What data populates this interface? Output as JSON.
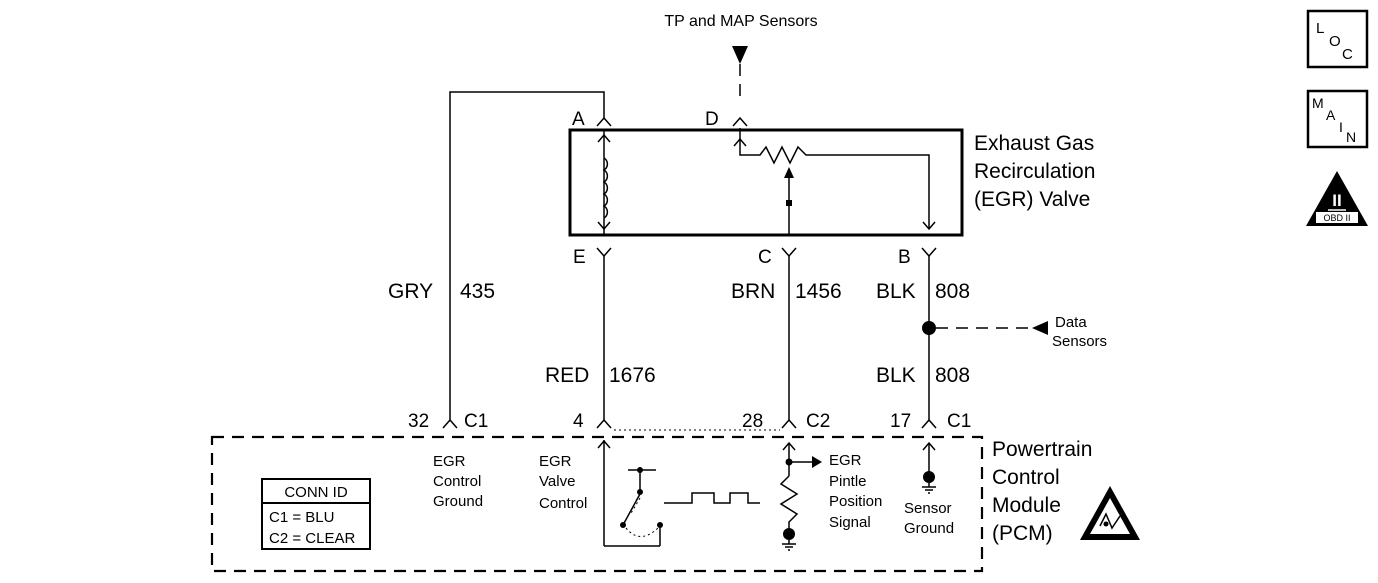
{
  "top_label": "TP and MAP Sensors",
  "valve": {
    "name_lines": [
      "Exhaust Gas",
      "Recirculation",
      "(EGR) Valve"
    ],
    "pins": {
      "a": "A",
      "d": "D",
      "e": "E",
      "c": "C",
      "b": "B"
    }
  },
  "wires": {
    "gry": {
      "color": "GRY",
      "circuit": "435"
    },
    "brn": {
      "color": "BRN",
      "circuit": "1456"
    },
    "blk_upper": {
      "color": "BLK",
      "circuit": "808"
    },
    "red": {
      "color": "RED",
      "circuit": "1676"
    },
    "blk_lower": {
      "color": "BLK",
      "circuit": "808"
    }
  },
  "data_sensors": [
    "Data",
    "Sensors"
  ],
  "pcm_pins": [
    {
      "pin": "32",
      "conn": "C1"
    },
    {
      "pin": "4",
      "conn": ""
    },
    {
      "pin": "28",
      "conn": "C2"
    },
    {
      "pin": "17",
      "conn": "C1"
    }
  ],
  "pcm_terminals": {
    "egr_control_ground": [
      "EGR",
      "Control",
      "Ground"
    ],
    "egr_valve_control": [
      "EGR",
      "Valve",
      "Control"
    ],
    "egr_pintle_signal": [
      "EGR",
      "Pintle",
      "Position",
      "Signal"
    ],
    "sensor_ground": [
      "Sensor",
      "Ground"
    ]
  },
  "pcm_name": [
    "Powertrain",
    "Control",
    "Module",
    "(PCM)"
  ],
  "conn_id": {
    "title": "CONN ID",
    "rows": [
      "C1 = BLU",
      "C2 = CLEAR"
    ]
  },
  "nav": {
    "loc": [
      "L",
      "O",
      "C"
    ],
    "main": [
      "M",
      "A",
      "I",
      "N"
    ],
    "obd": {
      "numeral": "II",
      "caption": "OBD II"
    }
  }
}
